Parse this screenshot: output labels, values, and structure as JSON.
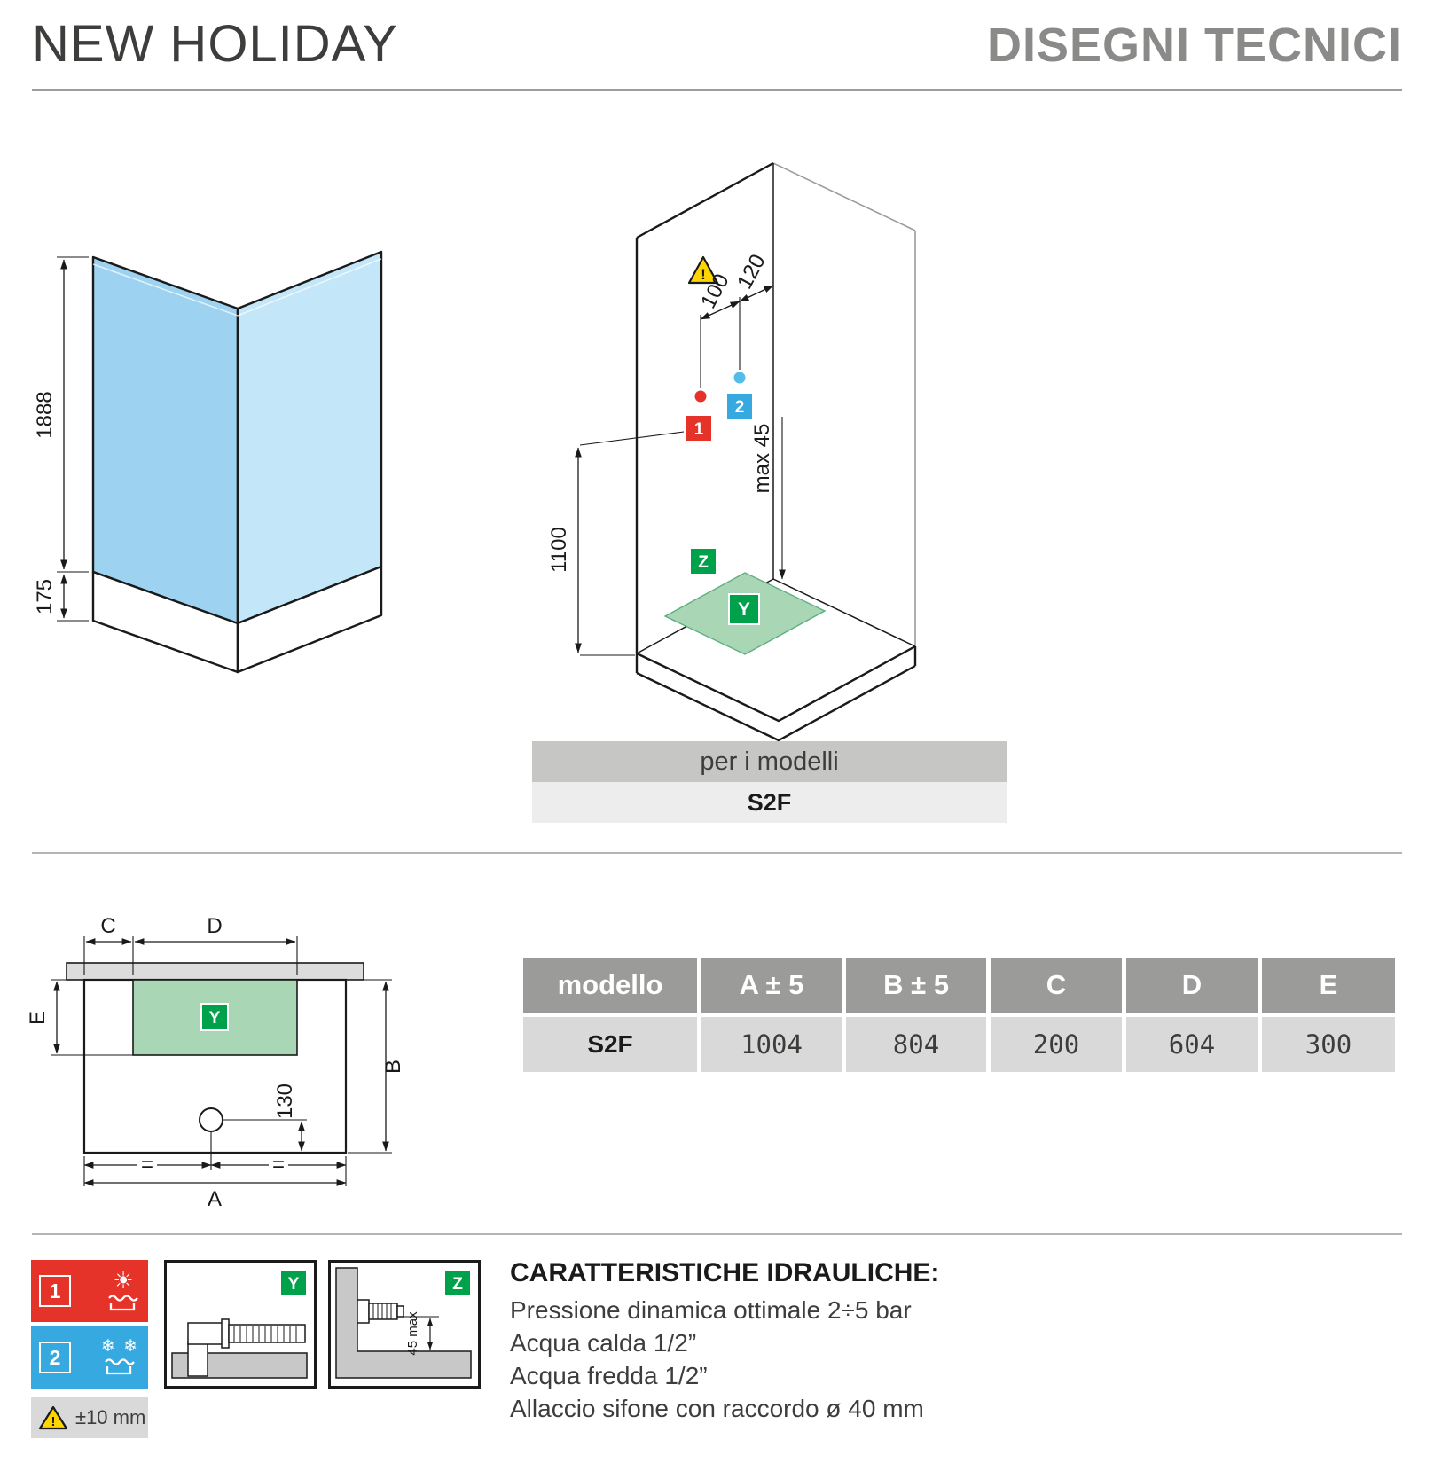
{
  "colors": {
    "accent_red": "#e6332a",
    "accent_blue": "#36a9e1",
    "accent_green": "#00a14b",
    "glass_blue": "#a5d8f3",
    "table_header_gray": "#9b9b9a",
    "table_row_gray": "#d9d9d9",
    "warning_yellow": "#ffd500"
  },
  "header": {
    "title": "NEW HOLIDAY",
    "subtitle": "DISEGNI TECNICI"
  },
  "iso_glass": {
    "height_dim": "1888",
    "tray_dim": "175"
  },
  "iso_cabin": {
    "dim_100": "100",
    "dim_120": "120",
    "dim_1100": "1100",
    "dim_max45": "max 45",
    "badge_1": "1",
    "badge_2": "2",
    "badge_y": "Y",
    "badge_z": "Z",
    "warning_mark": "!"
  },
  "models": {
    "caption": "per i modelli",
    "value": "S2F"
  },
  "plan": {
    "dim_a": "A",
    "dim_b": "B",
    "dim_c": "C",
    "dim_d": "D",
    "dim_e": "E",
    "dim_130": "130",
    "badge_y": "Y",
    "equal_left": "=",
    "equal_right": "="
  },
  "table": {
    "headers": [
      "modello",
      "A ± 5",
      "B ± 5",
      "C",
      "D",
      "E"
    ],
    "row": [
      "S2F",
      "1004",
      "804",
      "200",
      "604",
      "300"
    ]
  },
  "legend": {
    "hot_badge": "1",
    "cold_badge": "2",
    "sun_icon": "☀",
    "snowflake_icons": "❄ ❄",
    "warning_mark": "!",
    "tolerance": "±10 mm",
    "badge_y": "Y",
    "badge_z": "Z",
    "dim_45max": "45 max"
  },
  "hydraulics": {
    "title": "CARATTERISTICHE IDRAULICHE:",
    "lines": [
      "Pressione dinamica ottimale 2÷5 bar",
      "Acqua calda 1/2”",
      "Acqua fredda 1/2”",
      "Allaccio sifone con raccordo ø 40 mm"
    ]
  }
}
